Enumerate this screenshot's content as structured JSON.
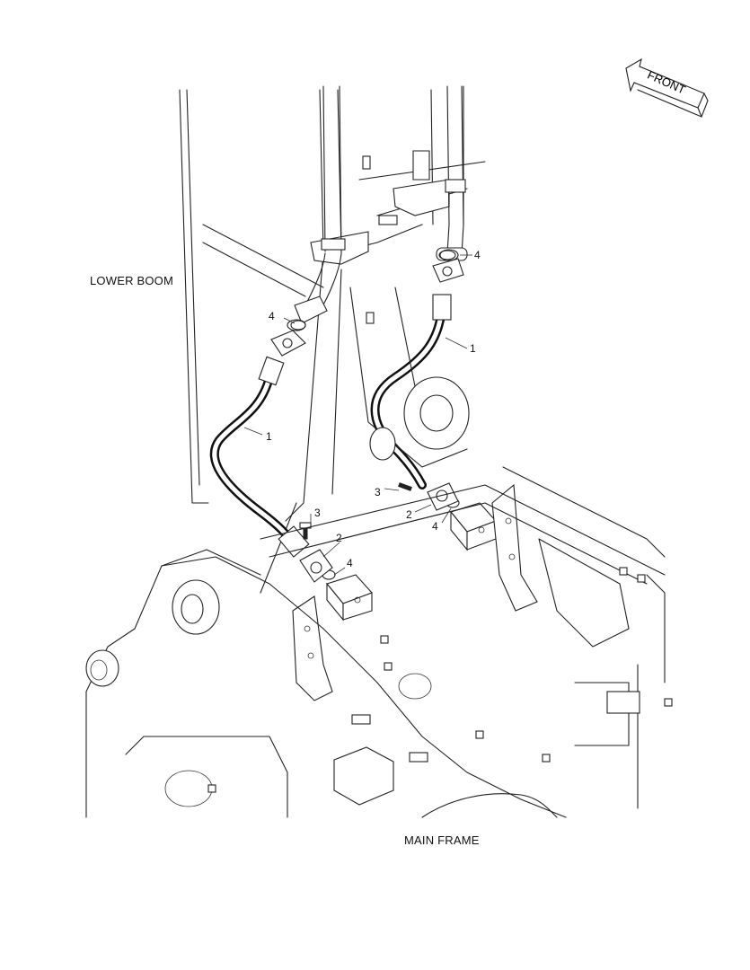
{
  "labels": {
    "lower_boom": "LOWER BOOM",
    "main_frame": "MAIN FRAME",
    "front": "FRONT"
  },
  "callouts": [
    {
      "id": "c1",
      "text": "4"
    },
    {
      "id": "c2",
      "text": "4"
    },
    {
      "id": "c3",
      "text": "1"
    },
    {
      "id": "c4",
      "text": "1"
    },
    {
      "id": "c5",
      "text": "3"
    },
    {
      "id": "c6",
      "text": "2"
    },
    {
      "id": "c7",
      "text": "4"
    },
    {
      "id": "c8",
      "text": "3"
    },
    {
      "id": "c9",
      "text": "2"
    },
    {
      "id": "c10",
      "text": "4"
    }
  ]
}
